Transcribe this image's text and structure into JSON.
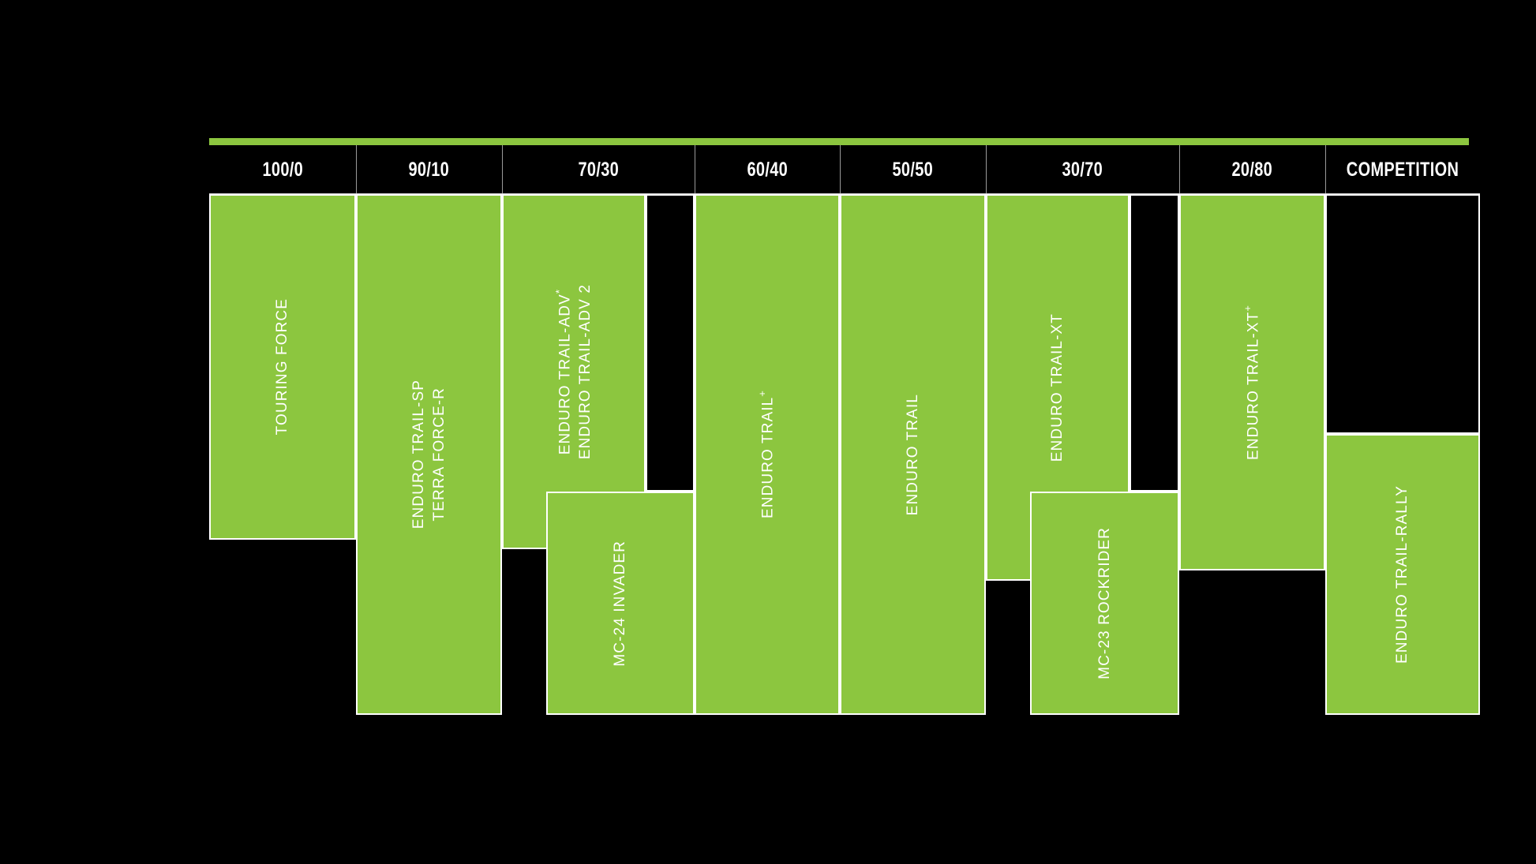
{
  "chart_data": {
    "type": "bar",
    "title": "",
    "xlabel": "",
    "ylabel": "",
    "grid": false,
    "legend": "none",
    "background_color": "#000000",
    "bar_color": "#8CC63F",
    "outline_color": "#FFFFFF",
    "text_color": "#FFFFFF",
    "categories": [
      "100/0",
      "90/10",
      "70/30",
      "60/40",
      "50/50",
      "30/70",
      "20/80",
      "COMPETITION"
    ],
    "axis_note": "Horizontal axis = on-road / off-road usage ratio; vertical extent of each green block = product coverage span",
    "series": [
      {
        "name": "TOURING FORCE",
        "category": "100/0",
        "span_top": 0,
        "span_bottom": 66
      },
      {
        "name": "TERRA FORCE-R",
        "category": "90/10",
        "span_top": 0,
        "span_bottom": 100
      },
      {
        "name": "ENDURO TRAIL-SP",
        "category": "90/10",
        "span_top": 0,
        "span_bottom": 100
      },
      {
        "name": "ENDURO TRAIL-ADV 2",
        "category": "70/30",
        "span_top": 0,
        "span_bottom": 68
      },
      {
        "name": "ENDURO TRAIL-ADV*",
        "category": "70/30",
        "span_top": 0,
        "span_bottom": 68
      },
      {
        "name": "MC-24 INVADER",
        "category": "70/30",
        "span_top": 58,
        "span_bottom": 100
      },
      {
        "name": "ENDURO TRAIL+",
        "category": "60/40",
        "span_top": 0,
        "span_bottom": 100
      },
      {
        "name": "ENDURO TRAIL",
        "category": "50/50",
        "span_top": 0,
        "span_bottom": 100
      },
      {
        "name": "ENDURO TRAIL-XT",
        "category": "30/70",
        "span_top": 0,
        "span_bottom": 76
      },
      {
        "name": "MC-23 ROCKRIDER",
        "category": "30/70",
        "span_top": 58,
        "span_bottom": 100
      },
      {
        "name": "ENDURO TRAIL-XT+",
        "category": "20/80",
        "span_top": 0,
        "span_bottom": 74
      },
      {
        "name": "ENDURO TRAIL-RALLY",
        "category": "COMPETITION",
        "span_top": 47,
        "span_bottom": 100
      }
    ]
  },
  "header": {
    "columns": [
      {
        "label": "100/0"
      },
      {
        "label": "90/10"
      },
      {
        "label": "70/30"
      },
      {
        "label": "60/40"
      },
      {
        "label": "50/50"
      },
      {
        "label": "30/70"
      },
      {
        "label": "20/80"
      },
      {
        "label": "COMPETITION"
      }
    ]
  },
  "bars": {
    "touring_force": "TOURING FORCE",
    "terra_force_r": "TERRA FORCE-R",
    "enduro_trail_sp": "ENDURO TRAIL-SP",
    "enduro_trail_adv2": "ENDURO TRAIL-ADV 2",
    "enduro_trail_adv": "ENDURO TRAIL-ADV",
    "enduro_trail_adv_sup": "*",
    "mc24_invader": "MC-24 INVADER",
    "enduro_trail_plus": "ENDURO TRAIL",
    "enduro_trail_plus_sup": "+",
    "enduro_trail": "ENDURO TRAIL",
    "enduro_trail_xt": "ENDURO TRAIL-XT",
    "mc23_rockrider": "MC-23 ROCKRIDER",
    "enduro_trail_xt_plus": "ENDURO TRAIL-XT",
    "enduro_trail_xt_plus_sup": "+",
    "enduro_trail_rally": "ENDURO TRAIL-RALLY"
  }
}
